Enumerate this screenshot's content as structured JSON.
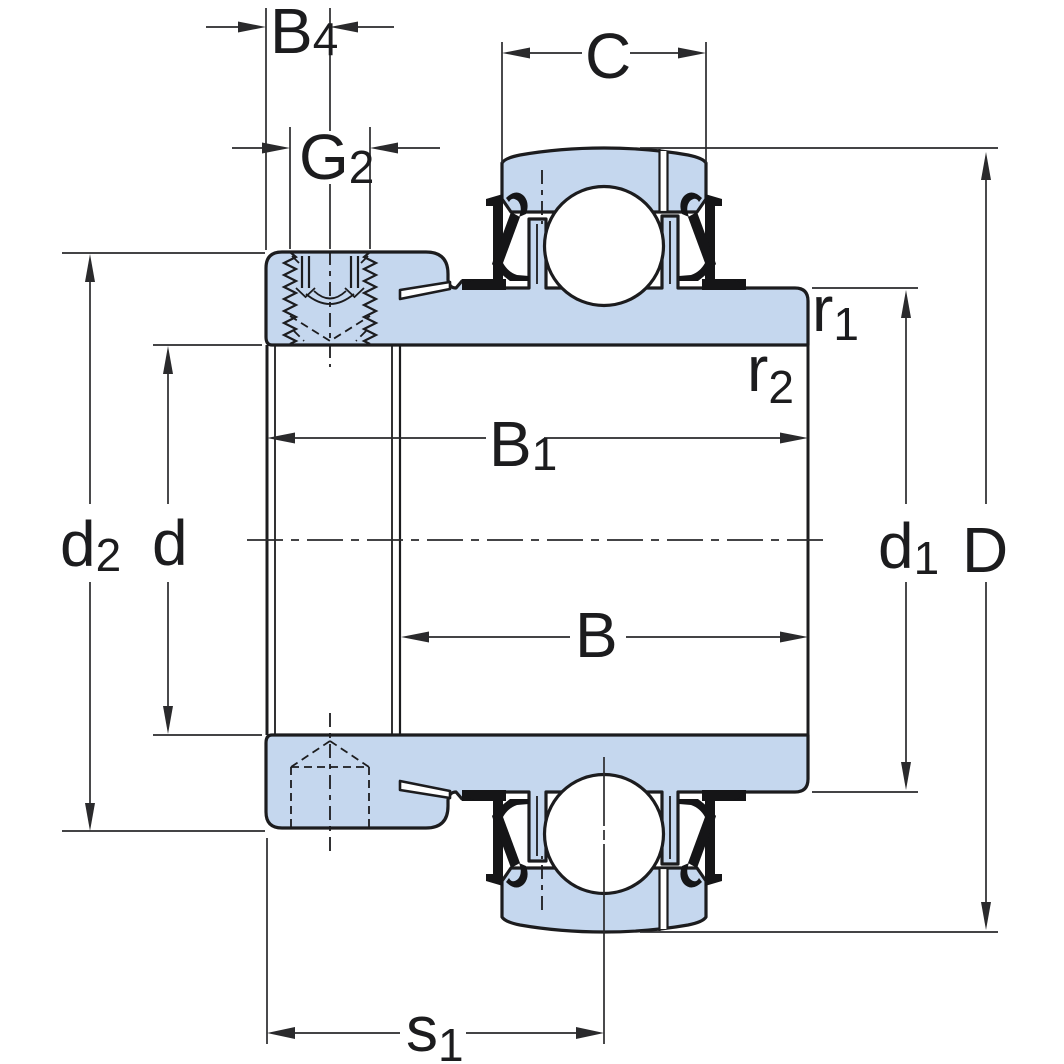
{
  "labels": {
    "b4": {
      "main": "B",
      "sub": "4"
    },
    "g2": {
      "main": "G",
      "sub": "2"
    },
    "c": {
      "main": "C"
    },
    "b1": {
      "main": "B",
      "sub": "1"
    },
    "b": {
      "main": "B"
    },
    "s1": {
      "main": "s",
      "sub": "1"
    },
    "d2": {
      "main": "d",
      "sub": "2"
    },
    "d": {
      "main": "d"
    },
    "d1": {
      "main": "d",
      "sub": "1"
    },
    "D": {
      "main": "D"
    },
    "r1": {
      "main": "r",
      "sub": "1"
    },
    "r2": {
      "main": "r",
      "sub": "2"
    }
  },
  "colors": {
    "part-fill": "#c5d7ee",
    "outline": "#1c1c1e",
    "dim-line": "#2a2a2c",
    "seal": "#151517",
    "background": "#ffffff"
  }
}
